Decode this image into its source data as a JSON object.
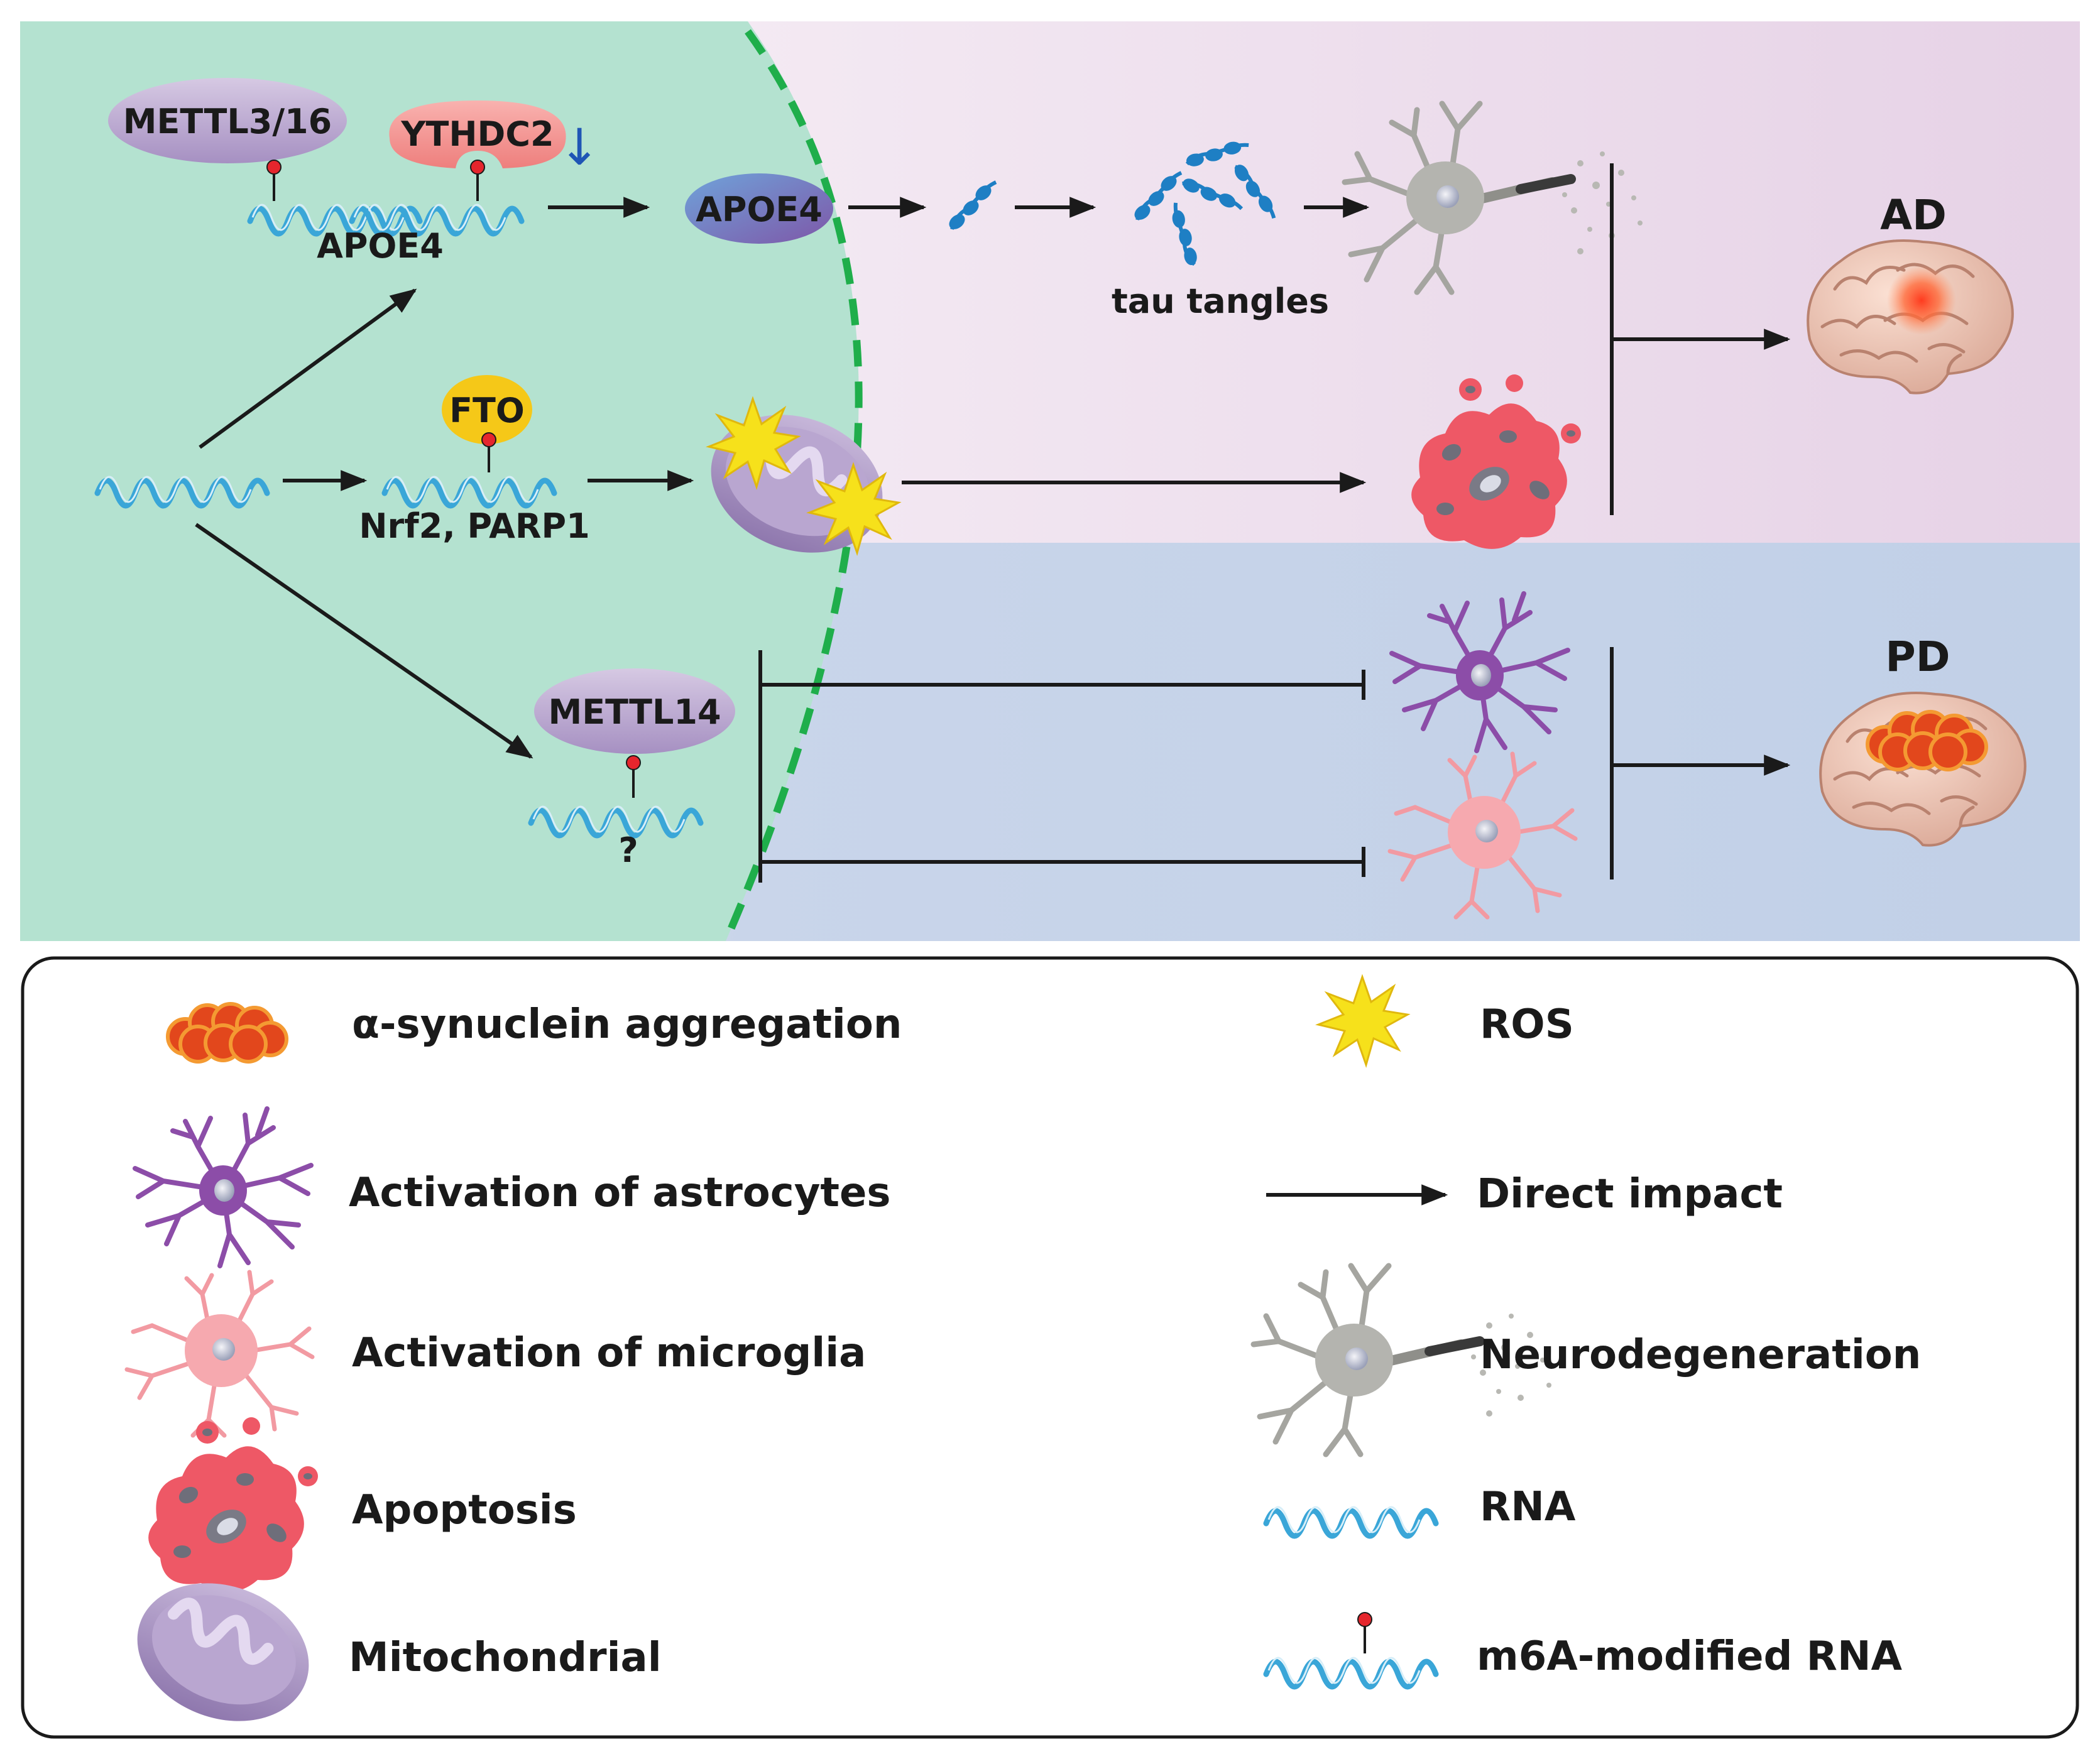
{
  "colors": {
    "upper_right_bg": "#EDD9EA",
    "lower_right_bg": "#C3D2E8",
    "left_bg": "#B5E3D1",
    "dashed_boundary": "#1FAE4B",
    "rna": "#3AA6D8",
    "m6a_marker": "#E5262D",
    "tau": "#1E7FC4",
    "mito": "#A792C0",
    "ros": "#F6E11B",
    "astrocyte": "#8C4DA8",
    "microglia": "#F29AA2",
    "apoptosis": "#EE5866",
    "neuron": "#A5A5A0",
    "synuclein": "#E2471C",
    "arrow": "#1a1a1a"
  },
  "diagram": {
    "enzymes": {
      "mettl3_16": "METTL3/16",
      "ythdc2": "YTHDC2",
      "fto": "FTO",
      "mettl14": "METTL14"
    },
    "labels": {
      "apoe4_rna": "APOE4",
      "apoe4_protein": "APOE4",
      "nrf2_parp1": "Nrf2, PARP1",
      "unknown_target": "?",
      "tau_tangles": "tau tangles",
      "ad": "AD",
      "pd": "PD",
      "down_arrow": "↓"
    }
  },
  "legend": {
    "left": [
      {
        "icon": "synuclein-aggregate-icon",
        "label": "α-synuclein aggregation"
      },
      {
        "icon": "astrocyte-icon",
        "label": "Activation of astrocytes"
      },
      {
        "icon": "microglia-icon",
        "label": "Activation of microglia"
      },
      {
        "icon": "apoptotic-cell-icon",
        "label": "Apoptosis"
      },
      {
        "icon": "mitochondrion-icon",
        "label": "Mitochondrial"
      }
    ],
    "right": [
      {
        "icon": "ros-star-icon",
        "label": "ROS"
      },
      {
        "icon": "arrow-icon",
        "label": "Direct impact"
      },
      {
        "icon": "degenerating-neuron-icon",
        "label": "Neurodegeneration"
      },
      {
        "icon": "rna-icon",
        "label": "RNA"
      },
      {
        "icon": "m6a-rna-icon",
        "label": "m6A-modified RNA"
      }
    ]
  }
}
